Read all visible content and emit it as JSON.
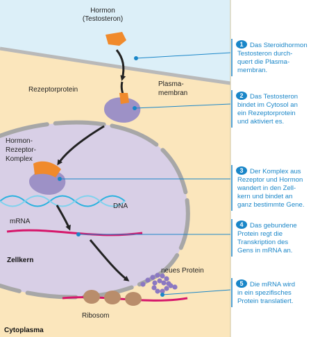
{
  "colors": {
    "extracellular": "#dceff8",
    "cytoplasm": "#fbe6bc",
    "nucleus": "#d8cfe6",
    "membrane": "#b9b9b9",
    "hormone": "#f08a2c",
    "receptor": "#9d91c6",
    "accent": "#1a86c8",
    "mrna": "#d6176b",
    "dna": "#2ab2df",
    "ribosome": "#b98d6b",
    "protein": "#8b78c2"
  },
  "labels": {
    "hormon_line1": "Hormon",
    "hormon_line2": "(Testosteron)",
    "rezeptorprotein": "Rezeptorprotein",
    "plasma_line1": "Plasma-",
    "plasma_line2": "membran",
    "komplex_line1": "Hormon-",
    "komplex_line2": "Rezeptor-",
    "komplex_line3": "Komplex",
    "dna": "DNA",
    "mrna": "mRNA",
    "zellkern": "Zellkern",
    "neues_protein": "neues Protein",
    "ribosom": "Ribosom",
    "cytoplasma": "Cytoplasma"
  },
  "steps": [
    {
      "number": "1",
      "lines": [
        "Das Steroidhormon",
        "Testosteron durch-",
        "quert die Plasma-",
        "membran."
      ]
    },
    {
      "number": "2",
      "lines": [
        "Das Testosteron",
        "bindet im Cytosol an",
        "ein Rezeptorprotein",
        "und aktiviert es."
      ]
    },
    {
      "number": "3",
      "lines": [
        "Der Komplex aus",
        "Rezeptor und Hormon",
        "wandert in den Zell-",
        "kern und bindet an",
        "ganz bestimmte Gene."
      ]
    },
    {
      "number": "4",
      "lines": [
        "Das gebundene",
        "Protein regt die",
        "Transkription des",
        "Gens in mRNA an."
      ]
    },
    {
      "number": "5",
      "lines": [
        "Die mRNA wird",
        "in ein spezifisches",
        "Protein translatiert."
      ]
    }
  ]
}
